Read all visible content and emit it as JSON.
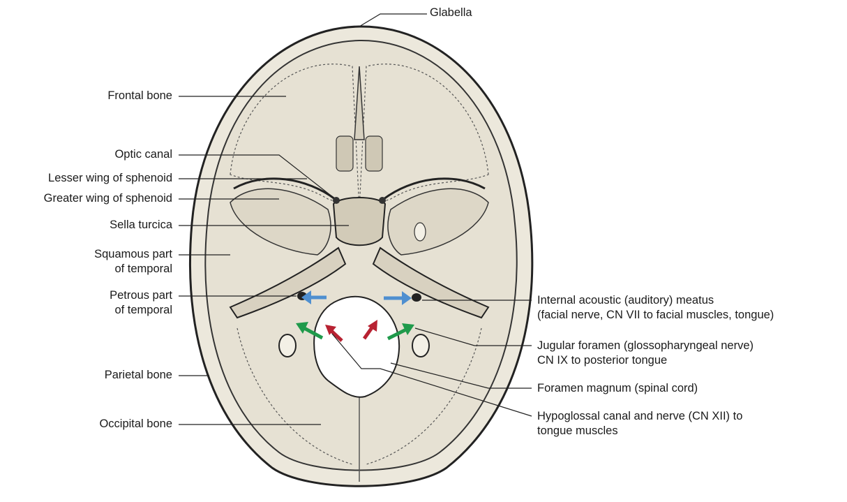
{
  "figure": {
    "labels_left": {
      "frontal_bone": "Frontal bone",
      "optic_canal": "Optic canal",
      "lesser_wing": "Lesser wing of sphenoid",
      "greater_wing": "Greater wing of sphenoid",
      "sella_turcica": "Sella turcica",
      "squamous_1": "Squamous part",
      "squamous_2": "of temporal",
      "petrous_1": "Petrous part",
      "petrous_2": "of temporal",
      "parietal_bone": "Parietal bone",
      "occipital_bone": "Occipital bone"
    },
    "labels_top": {
      "glabella": "Glabella"
    },
    "labels_right": {
      "acoustic_1": "Internal acoustic (auditory) meatus",
      "acoustic_2": "(facial nerve, CN VII to facial muscles, tongue)",
      "jugular_1": "Jugular foramen (glossopharyngeal nerve)",
      "jugular_2": "CN IX to posterior tongue",
      "magnum": "Foramen magnum (spinal cord)",
      "hypoglossal_1": "Hypoglossal canal and nerve (CN XII) to",
      "hypoglossal_2": "tongue muscles"
    },
    "colors": {
      "bone": "#ece8dc",
      "line": "#222222",
      "arrow_blue": "#4f8fd0",
      "arrow_green": "#1f9a4b",
      "arrow_red": "#b82232"
    }
  }
}
